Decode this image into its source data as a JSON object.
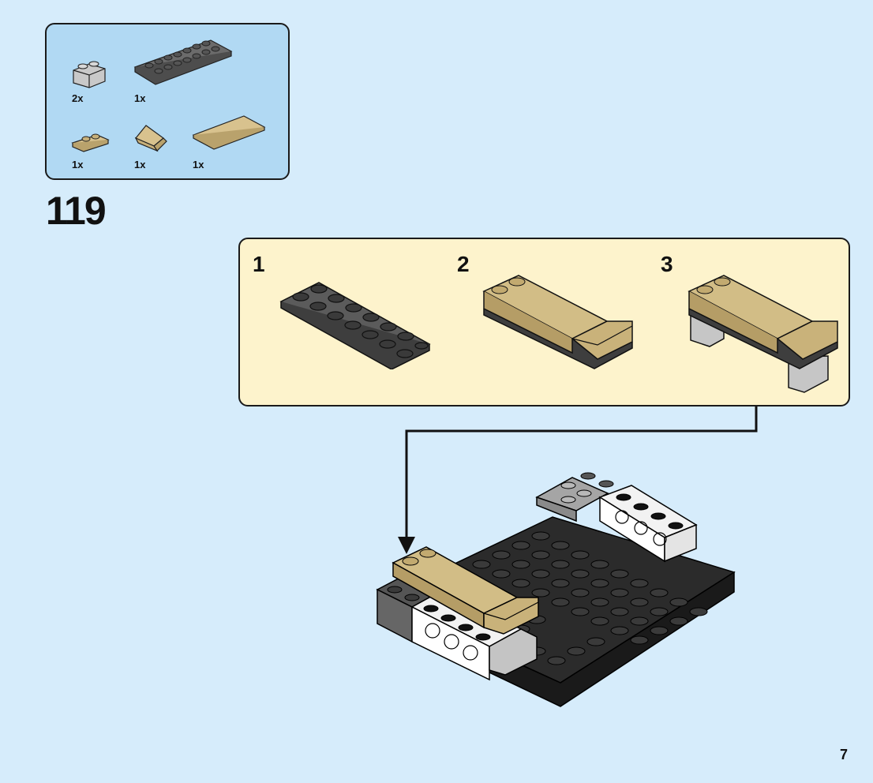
{
  "parts_list": {
    "items": [
      {
        "qty": "2x",
        "part": "1x2 light gray brick with rounded ends",
        "color": "#c8c8c8"
      },
      {
        "qty": "1x",
        "part": "2x8 dark gray plate",
        "color": "#6e6e6e"
      },
      {
        "qty": "1x",
        "part": "1x2 tan plate",
        "color": "#d8c28e"
      },
      {
        "qty": "1x",
        "part": "tan slope",
        "color": "#d8c28e"
      },
      {
        "qty": "1x",
        "part": "tan flat tile",
        "color": "#d8c28e"
      }
    ]
  },
  "step": {
    "number": "119"
  },
  "substeps": [
    {
      "number": "1"
    },
    {
      "number": "2"
    },
    {
      "number": "3"
    }
  ],
  "page": {
    "number": "7"
  },
  "colors": {
    "background": "#d6ecfb",
    "parts_box": "#b1d9f3",
    "substep_box": "#fdf3cc",
    "dark_gray": "#5f6061",
    "tan": "#d8c28e",
    "black_plate": "#2a2a2a",
    "white_brick": "#f4f4f4"
  }
}
